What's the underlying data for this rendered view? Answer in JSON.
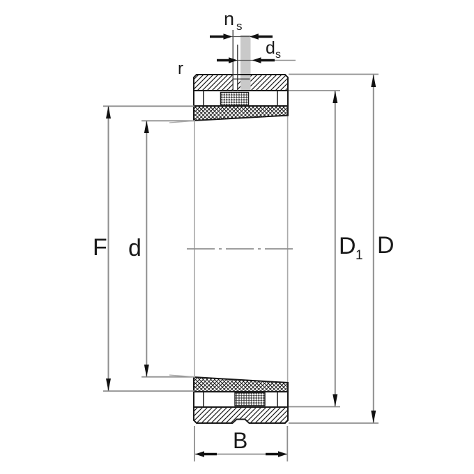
{
  "drawing": {
    "type": "bearing-cross-section-technical-drawing",
    "description": "Double-row cylindrical roller bearing section with lubrication groove and hole, tapered bore, dimension lines",
    "labels": {
      "ns_main": "n",
      "ns_sub": "s",
      "ds_main": "d",
      "ds_sub": "s",
      "r": "r",
      "F": "F",
      "d": "d",
      "D1_main": "D",
      "D1_sub": "1",
      "D": "D",
      "B": "B"
    },
    "colors": {
      "outline": "#1a1a1a",
      "dimension_line": "#8f8f8f",
      "extension_line": "#a9a9a9",
      "lubrication_highlight": "#c9c9c9",
      "background": "#ffffff"
    }
  }
}
